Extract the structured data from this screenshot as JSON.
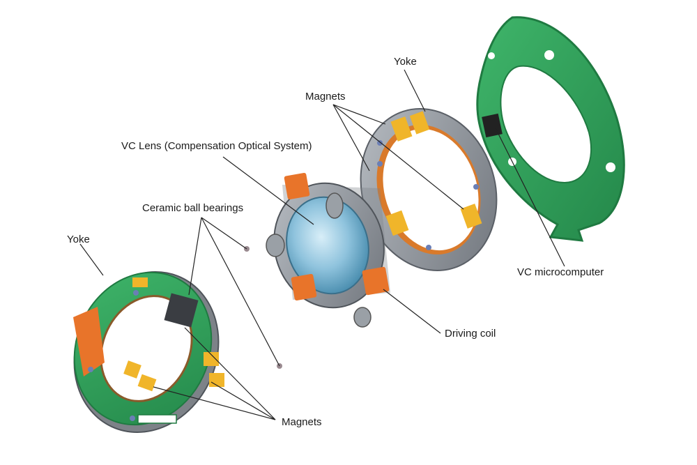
{
  "labels": {
    "yoke_top": "Yoke",
    "magnets_top": "Magnets",
    "vc_lens": "VC Lens (Compensation Optical System)",
    "ceramic_bearings": "Ceramic ball bearings",
    "yoke_left": "Yoke",
    "driving_coil": "Driving coil",
    "vc_microcomputer": "VC microcomputer",
    "magnets_bottom": "Magnets"
  },
  "colors": {
    "pcb_green": "#2fa05a",
    "pcb_edge": "#1f7a41",
    "magnet_yellow": "#f0b52a",
    "coil_orange": "#e8742a",
    "frame_gray": "#8a8f96",
    "lens_blue": "#8fc3dd",
    "leader_line": "#222222"
  }
}
